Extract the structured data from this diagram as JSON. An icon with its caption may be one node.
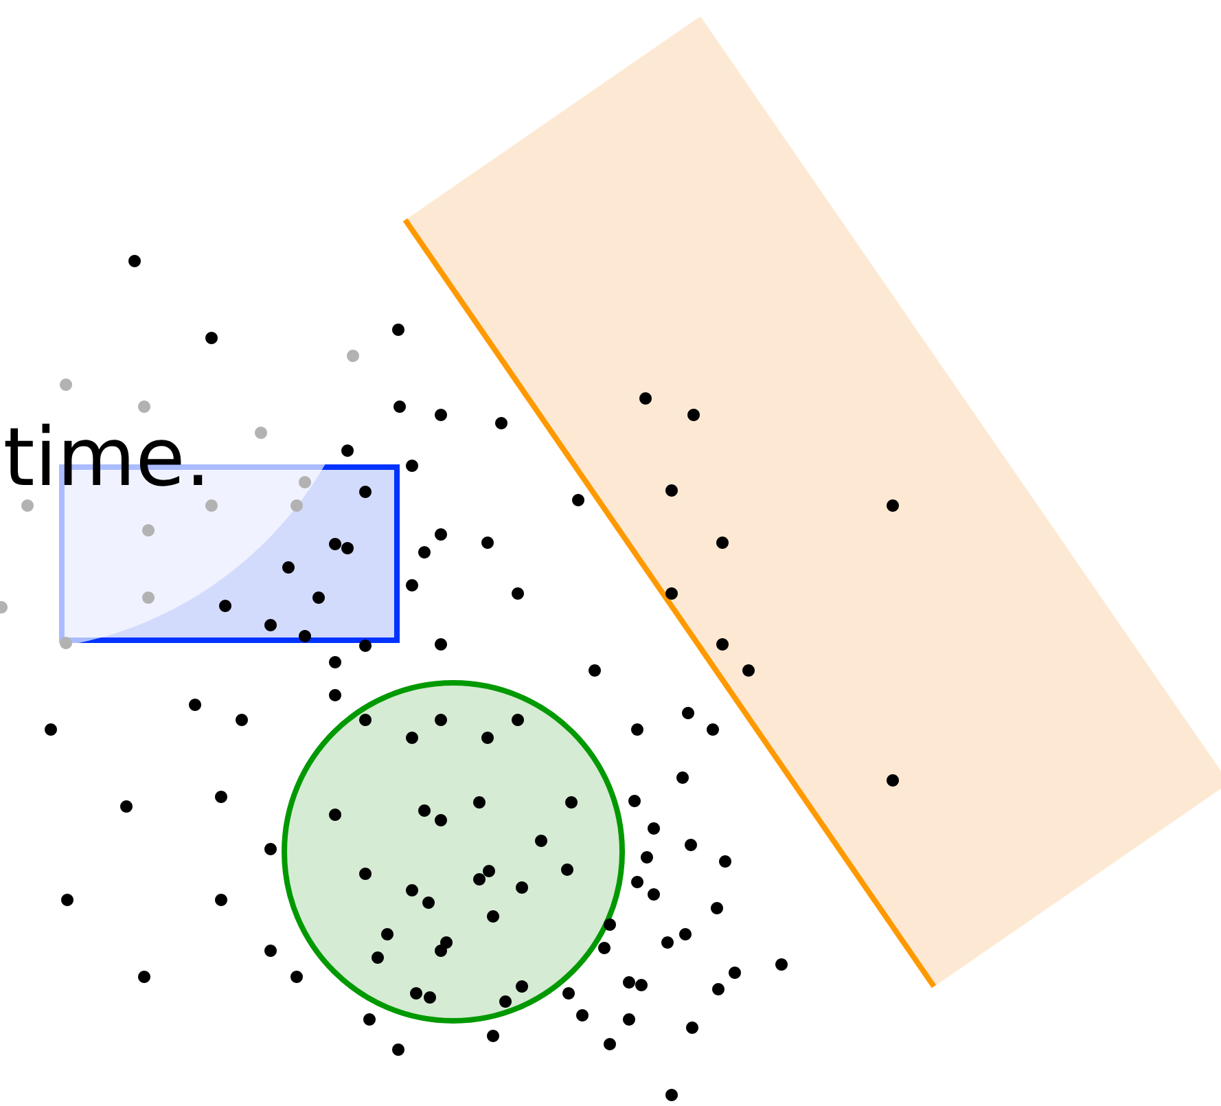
{
  "diagram": {
    "nodes": [
      {
        "text": [],
        "shape": "box"
      },
      {
        "text": [],
        "shape": "box"
      },
      {
        "text": [],
        "shape": "circle"
      }
    ],
    "labels": [
      "time."
    ]
  }
}
